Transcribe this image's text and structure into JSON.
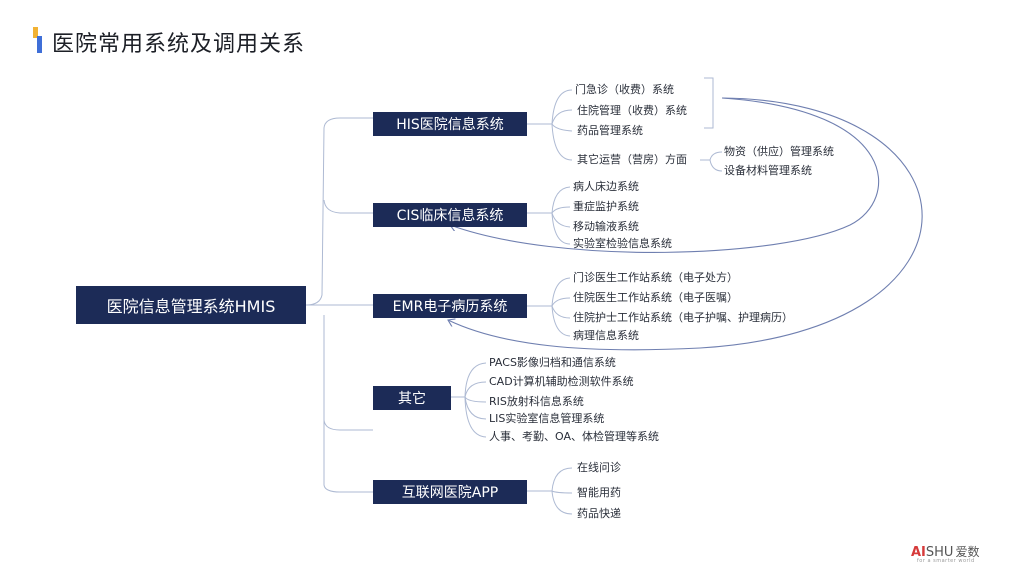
{
  "header": {
    "title": "医院常用系统及调用关系"
  },
  "root": {
    "label": "医院信息管理系统HMIS"
  },
  "his": {
    "label": "HIS医院信息系统",
    "items": [
      "门急诊（收费）系统",
      "住院管理（收费）系统",
      "药品管理系统",
      "其它运营（营房）方面"
    ],
    "sub_items": [
      "物资（供应）管理系统",
      "设备材料管理系统"
    ]
  },
  "cis": {
    "label": "CIS临床信息系统",
    "items": [
      "病人床边系统",
      "重症监护系统",
      "移动输液系统",
      "实验室检验信息系统"
    ]
  },
  "emr": {
    "label": "EMR电子病历系统",
    "items": [
      "门诊医生工作站系统（电子处方）",
      "住院医生工作站系统（电子医嘱）",
      "住院护士工作站系统（电子护嘱、护理病历）",
      "病理信息系统"
    ]
  },
  "other": {
    "label": "其它",
    "items": [
      "PACS影像归档和通信系统",
      "CAD计算机辅助检测软件系统",
      "RIS放射科信息系统",
      "LIS实验室信息管理系统",
      "人事、考勤、OA、体检管理等系统"
    ]
  },
  "app": {
    "label": "互联网医院APP",
    "items": [
      "在线问诊",
      "智能用药",
      "药品快递"
    ]
  },
  "logo": {
    "ai": "AI",
    "shu": "SHU",
    "cn": "爱数",
    "tagline": "for a smarter world"
  }
}
